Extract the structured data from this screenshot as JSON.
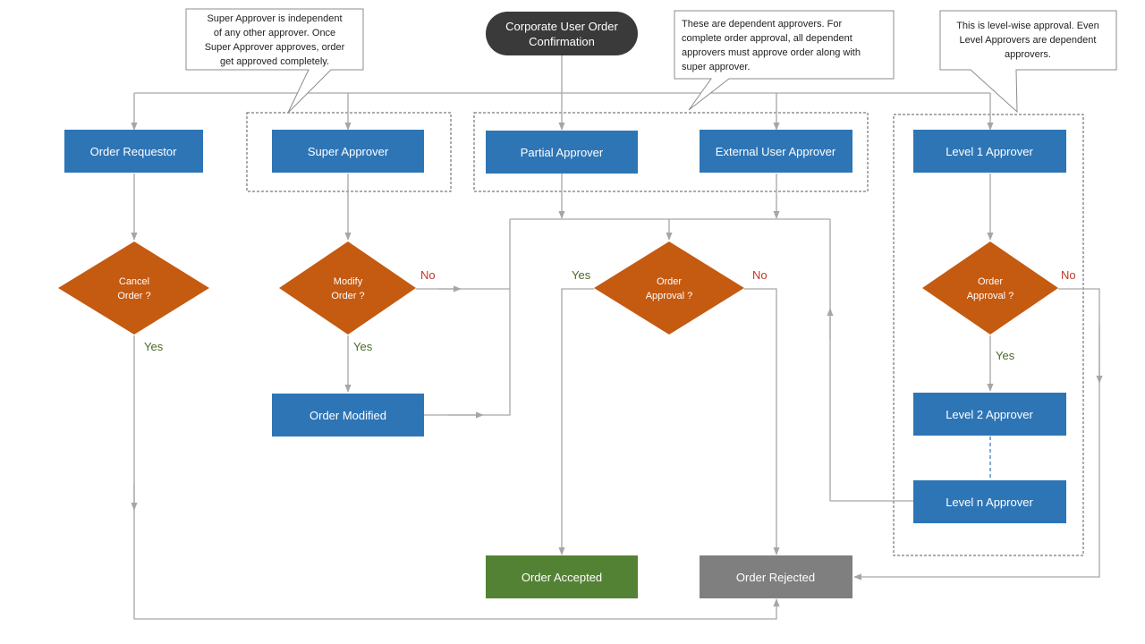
{
  "colors": {
    "process_blue": "#2e75b6",
    "decision_orange": "#c55a11",
    "accepted_green": "#548235",
    "rejected_gray": "#7f7f7f",
    "start_dark": "#3a3a3a",
    "connector_gray": "#a6a6a6"
  },
  "start": {
    "lines": [
      "Corporate User Order",
      "Confirmation"
    ]
  },
  "boxes": {
    "order_requestor": "Order Requestor",
    "super_approver": "Super Approver",
    "partial_approver": "Partial Approver",
    "external_user_approver": "External User Approver",
    "level1_approver": "Level 1 Approver",
    "order_modified": "Order Modified",
    "level2_approver": "Level 2 Approver",
    "leveln_approver": "Level n Approver",
    "order_accepted": "Order Accepted",
    "order_rejected": "Order Rejected"
  },
  "decisions": {
    "cancel_order": [
      "Cancel",
      "Order ?"
    ],
    "modify_order": [
      "Modify",
      "Order ?"
    ],
    "order_approval_mid": [
      "Order",
      "Approval ?"
    ],
    "order_approval_right": [
      "Order",
      "Approval ?"
    ]
  },
  "labels": {
    "yes": "Yes",
    "no": "No"
  },
  "notes": {
    "super": [
      "Super Approver  is independent",
      "of any other approver. Once",
      "Super Approver approves, order",
      "get approved completely."
    ],
    "dependent": [
      "These  are dependent  approvers. For",
      "complete order approval, all dependent",
      "approvers must approve order along with",
      "super approver."
    ],
    "level": [
      "This is level-wise approval. Even",
      "Level  Approvers are dependent",
      "approvers."
    ]
  }
}
